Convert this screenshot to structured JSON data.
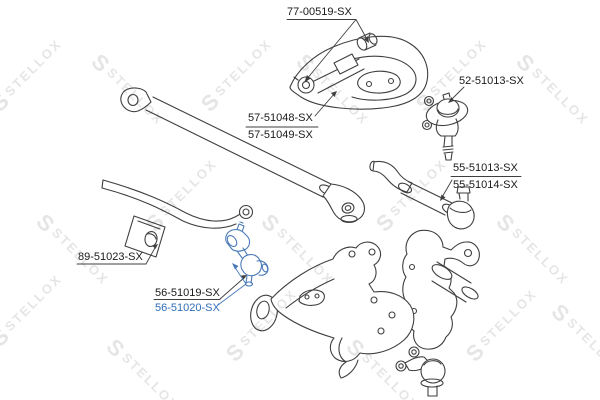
{
  "diagram": {
    "type": "suspension-parts-diagram",
    "brand_watermark": "STELLOX",
    "watermark_logo_glyph": "S"
  },
  "colors": {
    "line": "#3f3f3f",
    "label_text": "#1a1a1a",
    "highlight": "#4a7ab8",
    "highlight_text": "#2f6db8",
    "watermark": "rgba(0,0,0,0.10)",
    "background": "#ffffff"
  },
  "labels": [
    {
      "id": "77-00519-SX",
      "text": "77-00519-SX",
      "highlighted": false
    },
    {
      "id": "52-51013-SX",
      "text": "52-51013-SX",
      "highlighted": false
    },
    {
      "id": "57-51048-SX",
      "text": "57-51048-SX",
      "highlighted": false
    },
    {
      "id": "57-51049-SX",
      "text": "57-51049-SX",
      "highlighted": false
    },
    {
      "id": "55-51013-SX",
      "text": "55-51013-SX",
      "highlighted": false
    },
    {
      "id": "55-51014-SX",
      "text": "55-51014-SX",
      "highlighted": false
    },
    {
      "id": "89-51023-SX",
      "text": "89-51023-SX",
      "highlighted": false
    },
    {
      "id": "56-51019-SX",
      "text": "56-51019-SX",
      "highlighted": false
    },
    {
      "id": "56-51020-SX",
      "text": "56-51020-SX",
      "highlighted": true
    }
  ]
}
